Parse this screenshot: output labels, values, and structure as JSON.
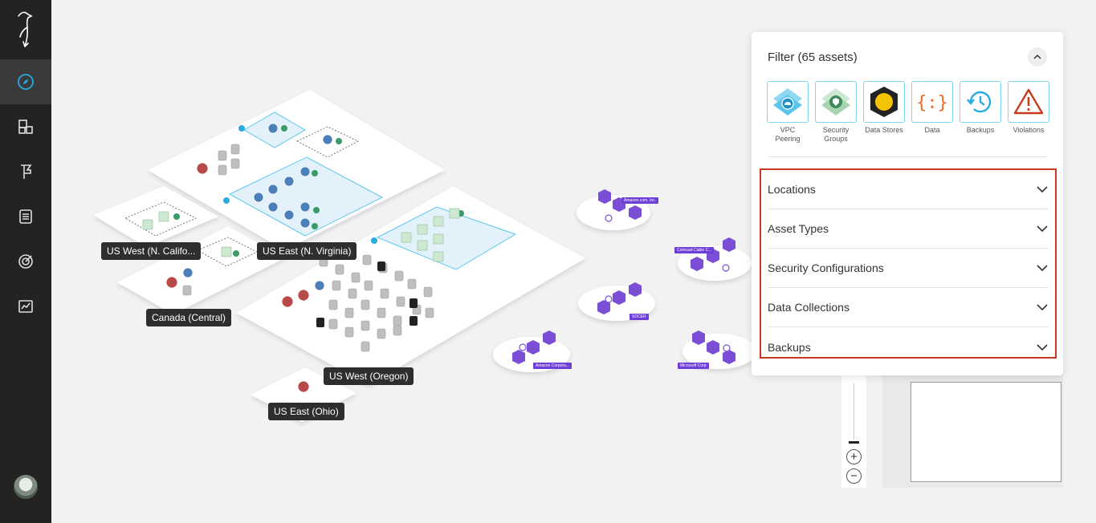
{
  "sidebar": {
    "logo_icon": "bird-logo-icon",
    "items": [
      {
        "name": "compass-icon",
        "active": true
      },
      {
        "name": "inventory-icon",
        "active": false
      },
      {
        "name": "flag-icon",
        "active": false
      },
      {
        "name": "document-icon",
        "active": false
      },
      {
        "name": "target-icon",
        "active": false
      },
      {
        "name": "chart-icon",
        "active": false
      }
    ],
    "avatar": "user-avatar"
  },
  "map": {
    "regions": [
      {
        "label": "US West (N. Califo..."
      },
      {
        "label": "US East (N. Virginia)"
      },
      {
        "label": "Canada (Central)"
      },
      {
        "label": "US West (Oregon)"
      },
      {
        "label": "US East (Ohio)"
      }
    ],
    "external_clouds": [
      {
        "label": "Amazon.com, Inc."
      },
      {
        "label": "Comcast Cable C..."
      },
      {
        "label": "SOCER"
      },
      {
        "label": "Amazon Corpora..."
      },
      {
        "label": "Microsoft Corp"
      }
    ]
  },
  "filter": {
    "title": "Filter (65 assets)",
    "asset_types": [
      {
        "label": "VPC Peering",
        "icon": "vpc-peering-icon"
      },
      {
        "label": "Security Groups",
        "icon": "security-groups-icon"
      },
      {
        "label": "Data Stores",
        "icon": "data-stores-icon"
      },
      {
        "label": "Data",
        "icon": "data-braces-icon"
      },
      {
        "label": "Backups",
        "icon": "backups-icon"
      },
      {
        "label": "Violations",
        "icon": "violations-icon"
      }
    ],
    "sections": [
      {
        "label": "Locations"
      },
      {
        "label": "Asset Types"
      },
      {
        "label": "Security Configurations"
      },
      {
        "label": "Data Collections"
      },
      {
        "label": "Backups"
      }
    ]
  },
  "zoom": {
    "plus": "+",
    "minus": "−"
  },
  "colors": {
    "accent": "#29abe2",
    "highlight": "#c83a1e",
    "sidebar": "#232323",
    "external": "#7a4fd6"
  }
}
